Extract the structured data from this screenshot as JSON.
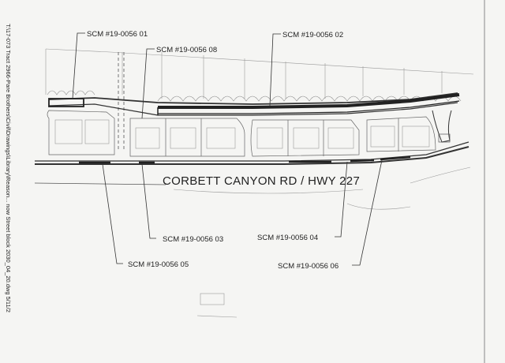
{
  "road_label": "CORBETT CANYON RD / HWY 227",
  "margin_text": "T:\\17-073 Tract 2966-Pare Brothers\\Civil\\Drawings\\Library\\Reason... now Street block 2030_04_20.dwg 5/11/2",
  "callouts": [
    {
      "id": "01",
      "text": "SCM #19-0056 01"
    },
    {
      "id": "02",
      "text": "SCM #19-0056 02"
    },
    {
      "id": "08",
      "text": "SCM #19-0056 08"
    },
    {
      "id": "03",
      "text": "SCM #19-0056 03"
    },
    {
      "id": "04",
      "text": "SCM #19-0056 04"
    },
    {
      "id": "05",
      "text": "SCM #19-0056 05"
    },
    {
      "id": "06",
      "text": "SCM #19-0056 06"
    }
  ]
}
